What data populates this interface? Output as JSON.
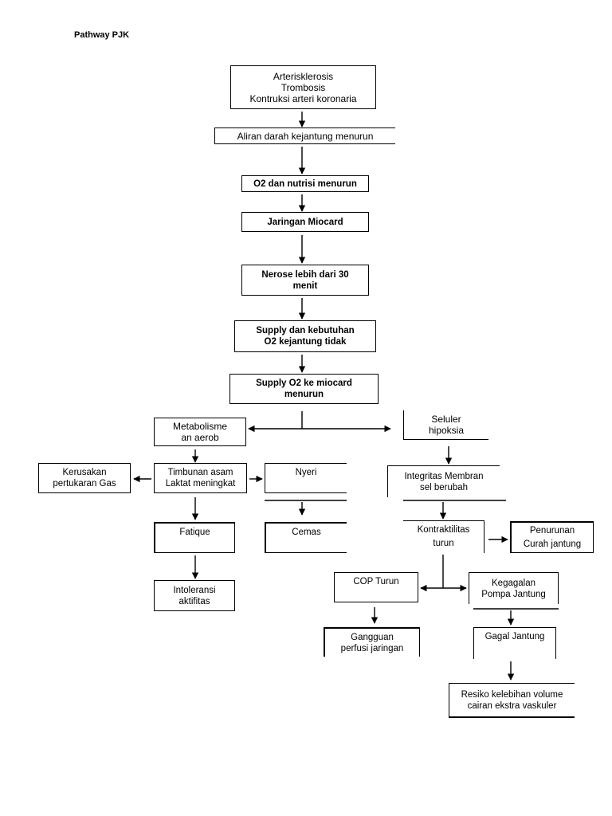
{
  "title": "Pathway PJK",
  "nodes": {
    "etiology": [
      "Arterisklerosis",
      "Trombosis",
      "Kontruksi arteri koronaria"
    ],
    "aliran": [
      "Aliran darah kejantung menurun"
    ],
    "o2_nutrisi": [
      "O2 dan nutrisi menurun"
    ],
    "jaringan": [
      "Jaringan Miocard"
    ],
    "nerose": [
      "Nerose lebih dari 30",
      "menit"
    ],
    "supply_kebutuhan": [
      "Supply dan kebutuhan",
      "O2 kejantung tidak"
    ],
    "supply_o2": [
      "Supply O2 ke miocard",
      "menurun"
    ],
    "metabolisme": [
      "Metabolisme",
      "an aerob"
    ],
    "seluler": [
      "Seluler",
      "hipoksia"
    ],
    "kerusakan": [
      "Kerusakan",
      "pertukaran Gas"
    ],
    "timbunan": [
      "Timbunan asam",
      "Laktat meningkat"
    ],
    "nyeri": [
      "Nyeri"
    ],
    "integritas": [
      "Integritas Membran",
      "sel berubah"
    ],
    "fatique": [
      "Fatique"
    ],
    "cemas": [
      "Cemas"
    ],
    "kontraktilitas": [
      "Kontraktilitas",
      "turun"
    ],
    "penurunan": [
      "Penurunan",
      "Curah jantung"
    ],
    "intoleransi": [
      "Intoleransi",
      "aktifitas"
    ],
    "cop": [
      "COP Turun"
    ],
    "kegagalan": [
      "Kegagalan",
      "Pompa Jantung"
    ],
    "gangguan": [
      "Gangguan",
      "perfusi jaringan"
    ],
    "gagal": [
      "Gagal Jantung"
    ],
    "resiko": [
      "Resiko kelebihan volume",
      "cairan ekstra vaskuler"
    ]
  }
}
